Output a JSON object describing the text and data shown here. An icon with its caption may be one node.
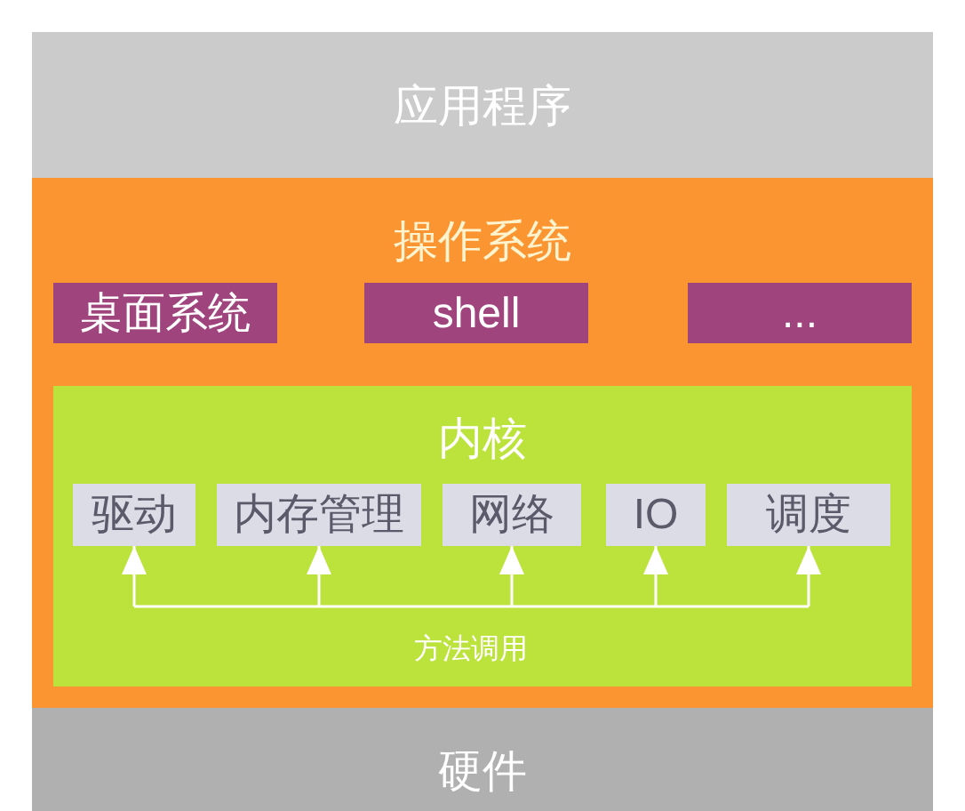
{
  "diagram": {
    "nodes": [
      {
        "text": [
          "应用程序"
        ]
      },
      {
        "text": [
          "操作系统"
        ]
      },
      {
        "text": [
          "桌面系统"
        ],
        "in": 1
      },
      {
        "text": [
          "shell"
        ],
        "in": 1
      },
      {
        "text": [
          "..."
        ],
        "in": 1
      },
      {
        "text": [
          "内核"
        ],
        "in": 1
      },
      {
        "text": [
          "驱动"
        ],
        "in": 5
      },
      {
        "text": [
          "内存管理"
        ],
        "in": 5
      },
      {
        "text": [
          "网络"
        ],
        "in": 5
      },
      {
        "text": [
          "IO"
        ],
        "in": 5
      },
      {
        "text": [
          "调度"
        ],
        "in": 5
      },
      {
        "text": [
          "硬件"
        ]
      }
    ],
    "edges": [
      {
        "from": null,
        "to": 6,
        "arrow": "to"
      },
      {
        "from": null,
        "to": 7,
        "arrow": "to"
      },
      {
        "from": null,
        "to": 8,
        "arrow": "to"
      },
      {
        "from": null,
        "to": 9,
        "arrow": "to"
      },
      {
        "from": null,
        "to": 10,
        "arrow": "to"
      }
    ],
    "labels": [
      "方法调用"
    ]
  }
}
